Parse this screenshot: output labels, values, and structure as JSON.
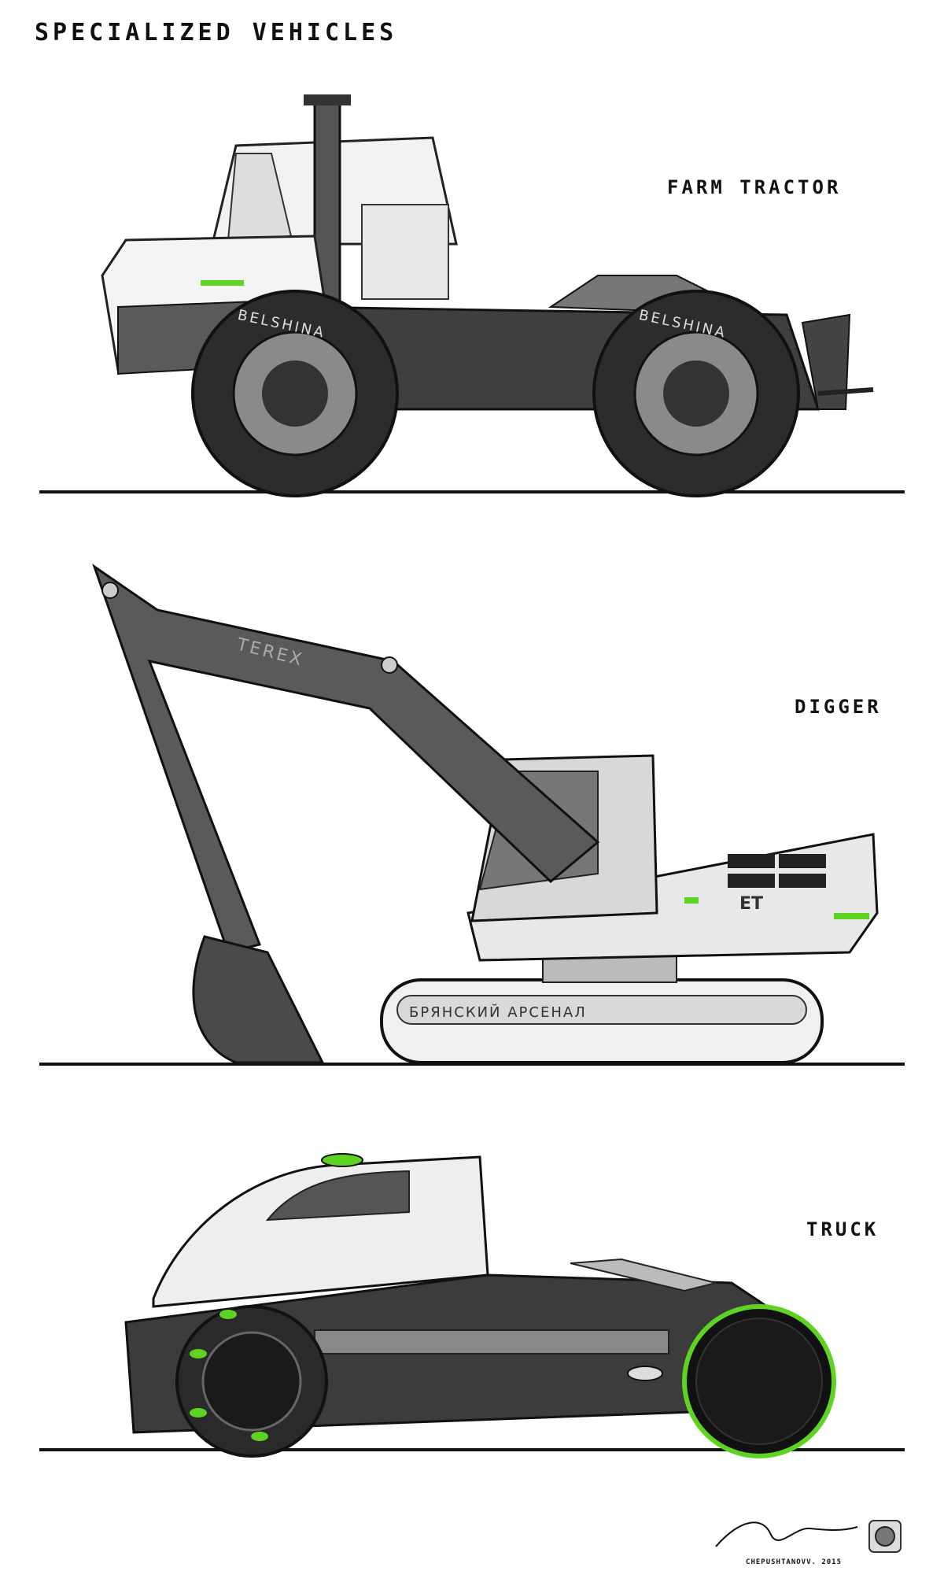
{
  "header": {
    "title": "SPECIALIZED VEHICLES"
  },
  "vehicles": [
    {
      "label": "FARM TRACTOR",
      "tire_text": "BELSHINA"
    },
    {
      "label": "DIGGER",
      "boom_text": "TEREX",
      "cab_badge": "ET",
      "track_text": "БРЯНСКИЙ АРСЕНАЛ"
    },
    {
      "label": "TRUCK"
    }
  ],
  "signature": {
    "text": "CHEPUSHTANOVV. 2015"
  },
  "colors": {
    "accent": "#5ed321",
    "ink": "#111111",
    "shade": "#4a4a4a"
  }
}
